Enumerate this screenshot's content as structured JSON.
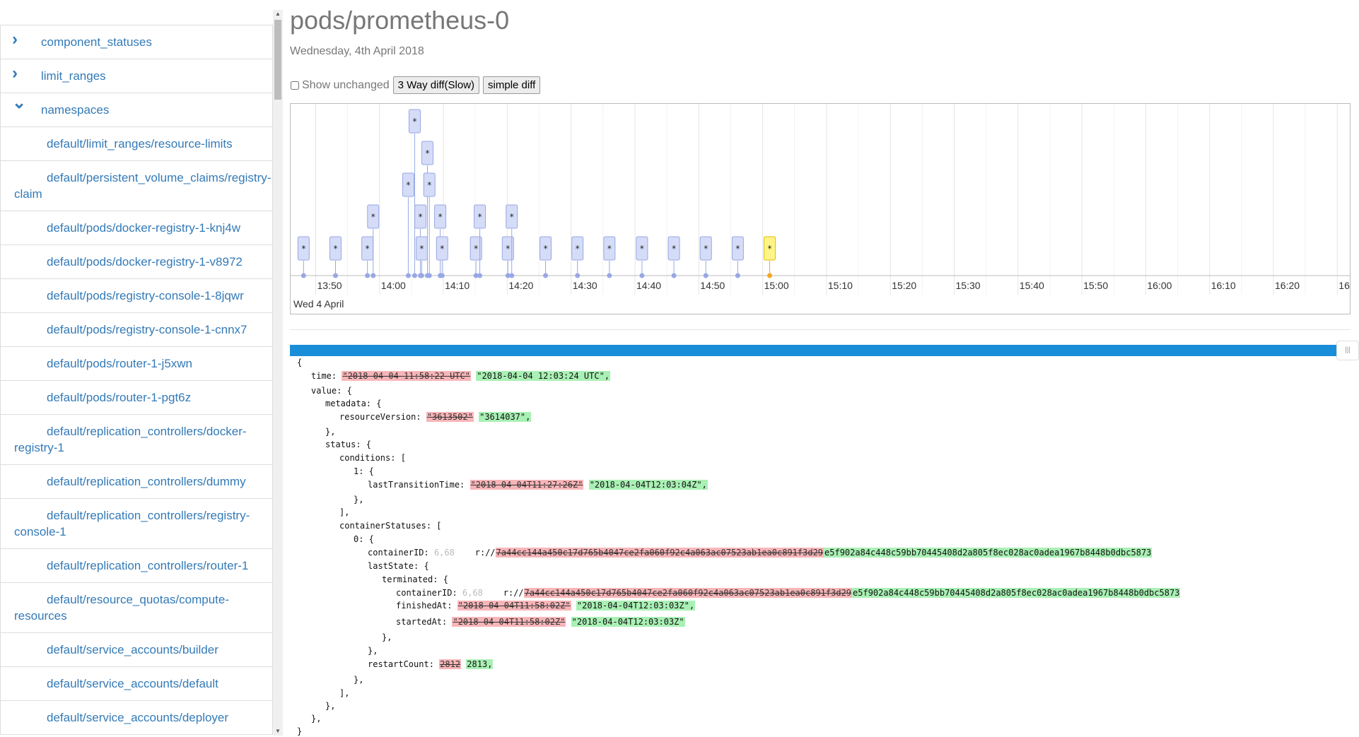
{
  "sidebar": {
    "items": [
      {
        "label": "component_statuses",
        "kind": "top",
        "chevron": "right"
      },
      {
        "label": "limit_ranges",
        "kind": "top",
        "chevron": "right"
      },
      {
        "label": "namespaces",
        "kind": "top",
        "chevron": "down"
      },
      {
        "label": "default/limit_ranges/resource-limits",
        "kind": "sub"
      },
      {
        "label": "default/persistent_volume_claims/registry-claim",
        "kind": "sub"
      },
      {
        "label": "default/pods/docker-registry-1-knj4w",
        "kind": "sub"
      },
      {
        "label": "default/pods/docker-registry-1-v8972",
        "kind": "sub"
      },
      {
        "label": "default/pods/registry-console-1-8jqwr",
        "kind": "sub"
      },
      {
        "label": "default/pods/registry-console-1-cnnx7",
        "kind": "sub"
      },
      {
        "label": "default/pods/router-1-j5xwn",
        "kind": "sub"
      },
      {
        "label": "default/pods/router-1-pgt6z",
        "kind": "sub"
      },
      {
        "label": "default/replication_controllers/docker-registry-1",
        "kind": "sub"
      },
      {
        "label": "default/replication_controllers/dummy",
        "kind": "sub"
      },
      {
        "label": "default/replication_controllers/registry-console-1",
        "kind": "sub"
      },
      {
        "label": "default/replication_controllers/router-1",
        "kind": "sub"
      },
      {
        "label": "default/resource_quotas/compute-resources",
        "kind": "sub"
      },
      {
        "label": "default/service_accounts/builder",
        "kind": "sub"
      },
      {
        "label": "default/service_accounts/default",
        "kind": "sub"
      },
      {
        "label": "default/service_accounts/deployer",
        "kind": "sub"
      }
    ]
  },
  "header": {
    "title": "pods/prometheus-0",
    "date": "Wednesday, 4th April 2018"
  },
  "controls": {
    "show_unchanged_label": "Show unchanged",
    "show_unchanged_checked": false,
    "three_way_label": "3 Way diff(Slow)",
    "simple_label": "simple diff"
  },
  "timeline": {
    "day_label": "Wed 4 April",
    "ticks": [
      "13:50",
      "14:00",
      "14:10",
      "14:20",
      "14:30",
      "14:40",
      "14:50",
      "15:00",
      "15:10",
      "15:20",
      "15:30",
      "15:40",
      "15:50",
      "16:00",
      "16:10",
      "16:20",
      "16"
    ],
    "marker_glyph": "*",
    "colors": {
      "event": "#d5dcf7",
      "event_border": "#97a8e4",
      "selected": "#fff48a",
      "selected_border": "#e0c000",
      "dot": "#97a8e4",
      "selected_dot": "#f5a623"
    },
    "events": [
      {
        "minute": 43.1,
        "row": 0
      },
      {
        "minute": 48.1,
        "row": 0
      },
      {
        "minute": 53.1,
        "row": 0
      },
      {
        "minute": 58.1,
        "row": 0
      },
      {
        "minute": 59.0,
        "row": 1
      },
      {
        "minute": 64.5,
        "row": 2
      },
      {
        "minute": 65.5,
        "row": 4
      },
      {
        "minute": 66.4,
        "row": 1
      },
      {
        "minute": 66.6,
        "row": 0
      },
      {
        "minute": 67.5,
        "row": 3
      },
      {
        "minute": 67.8,
        "row": 2
      },
      {
        "minute": 69.5,
        "row": 1
      },
      {
        "minute": 69.8,
        "row": 0
      },
      {
        "minute": 75.1,
        "row": 0
      },
      {
        "minute": 75.7,
        "row": 1
      },
      {
        "minute": 80.1,
        "row": 0
      },
      {
        "minute": 80.7,
        "row": 1
      },
      {
        "minute": 86.0,
        "row": 0
      },
      {
        "minute": 91.0,
        "row": 0
      },
      {
        "minute": 96.0,
        "row": 0
      },
      {
        "minute": 101.1,
        "row": 0
      },
      {
        "minute": 106.1,
        "row": 0
      },
      {
        "minute": 111.1,
        "row": 0
      },
      {
        "minute": 116.1,
        "row": 0
      },
      {
        "minute": 121.1,
        "row": 0,
        "selected": true
      }
    ]
  },
  "diff": {
    "time_key": "time:",
    "time_old": "\"2018-04-04 11:58:22 UTC\"",
    "time_new": "\"2018-04-04 12:03:24 UTC\",",
    "value_key": "value: {",
    "metadata_key": "metadata: {",
    "rv_key": "resourceVersion:",
    "rv_old": "\"3613502\"",
    "rv_new": "\"3614037\",",
    "status_key": "status: {",
    "conditions_key": "conditions: [",
    "cond_index": "1: {",
    "ltt_key": "lastTransitionTime:",
    "ltt_old": "\"2018-04-04T11:27:26Z\"",
    "ltt_new": "\"2018-04-04T12:03:04Z\",",
    "cs_key": "containerStatuses: [",
    "cs_index": "0: {",
    "cid_key": "containerID:",
    "cid_range": "6,68",
    "cid_prefix": "r://",
    "cid_old": "7a44cc144a450c17d765b4047ce2fa060f92c4a063ac07523ab1ea0c891f3d29",
    "cid_new": "e5f902a84c448c59bb70445408d2a805f8ec028ac0adea1967b8448b0dbc5873",
    "last_state_key": "lastState: {",
    "terminated_key": "terminated: {",
    "fin_key": "finishedAt:",
    "fin_old": "\"2018-04-04T11:58:02Z\"",
    "fin_new": "\"2018-04-04T12:03:03Z\",",
    "start_key": "startedAt:",
    "start_old": "\"2018-04-04T11:58:02Z\"",
    "start_new": "\"2018-04-04T12:03:03Z\"",
    "restart_key": "restartCount:",
    "restart_old": "2812",
    "restart_new": "2813,"
  }
}
